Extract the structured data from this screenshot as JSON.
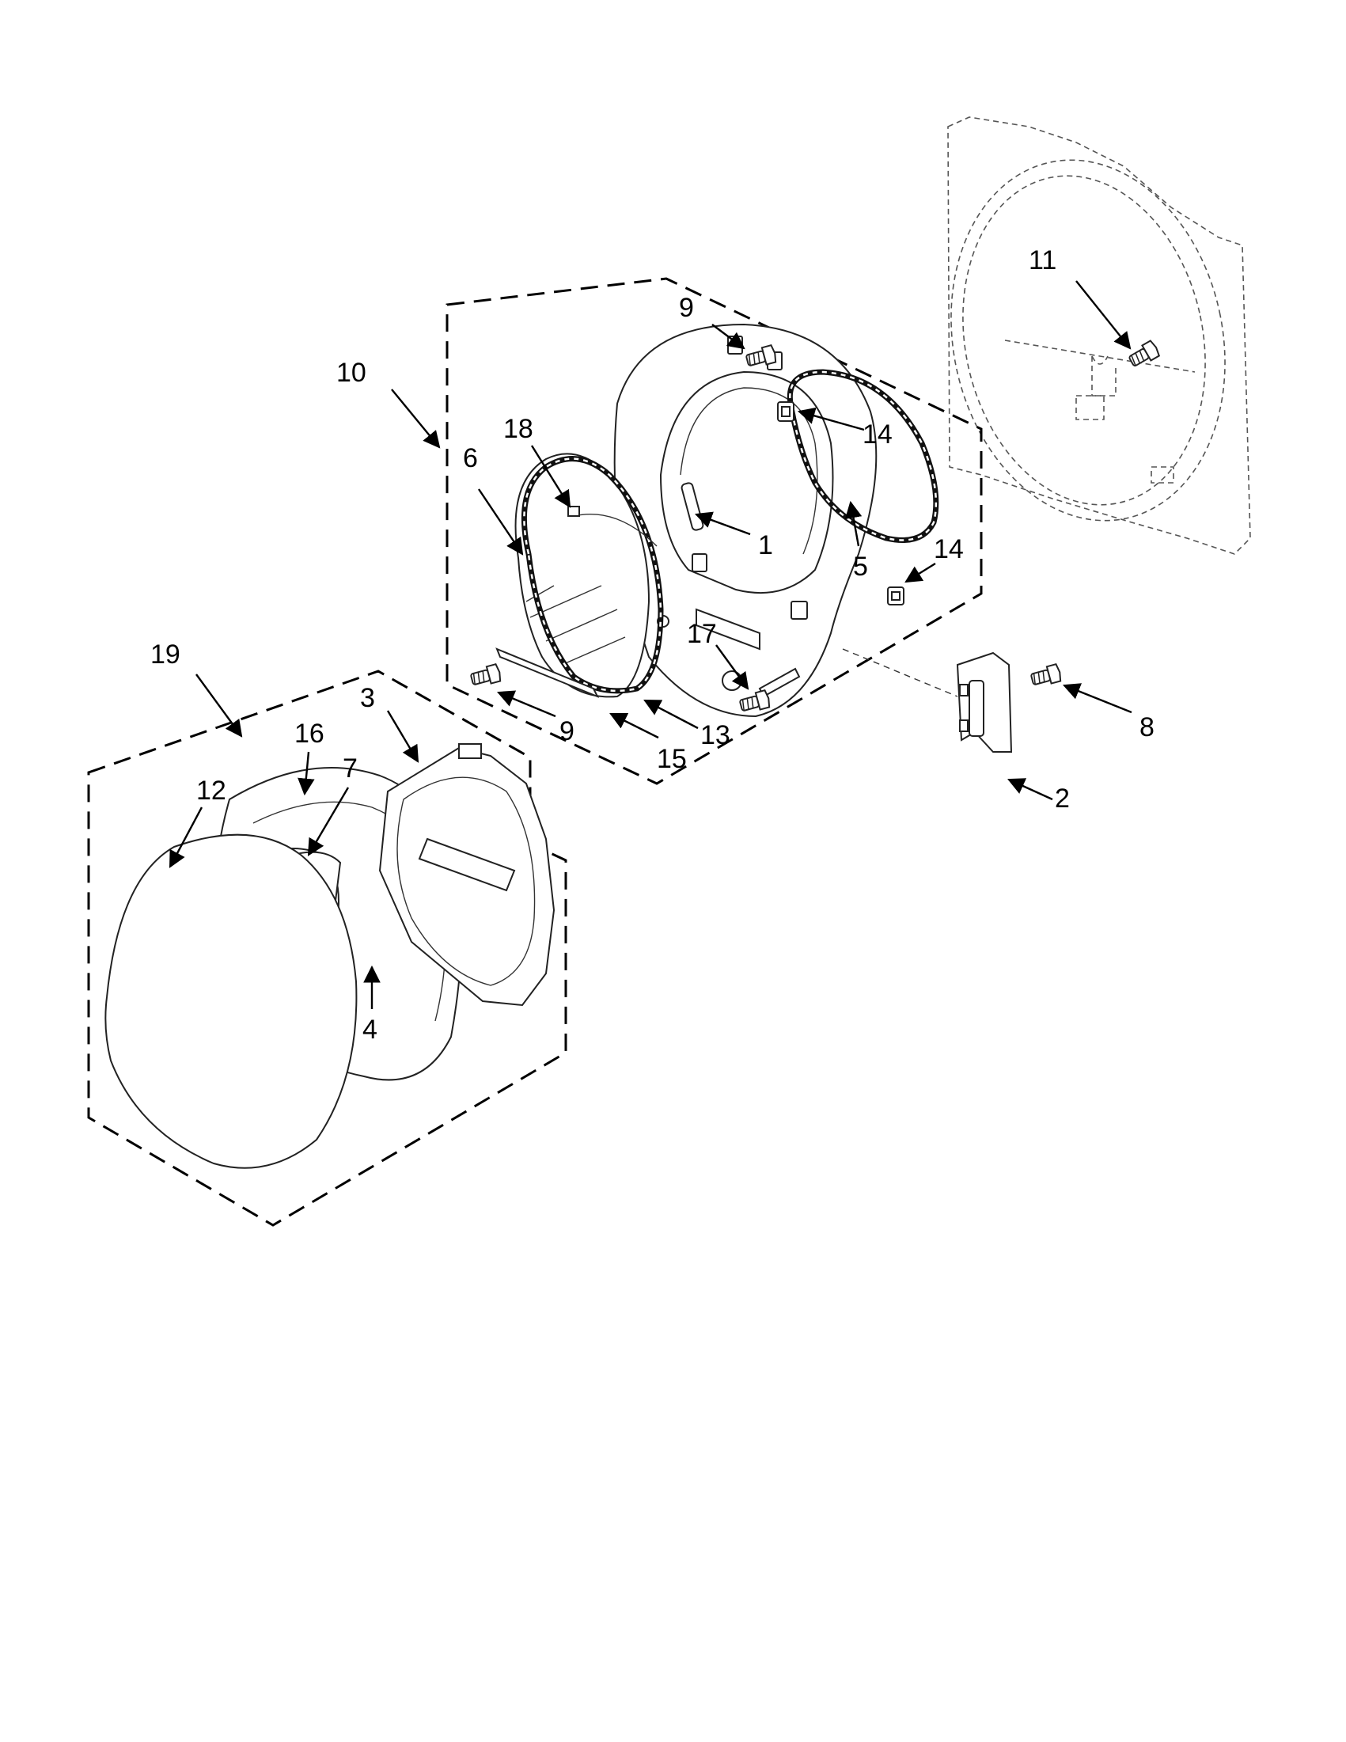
{
  "diagram": {
    "callouts": [
      "1",
      "2",
      "3",
      "4",
      "5",
      "6",
      "7",
      "8",
      "9",
      "9",
      "10",
      "11",
      "12",
      "13",
      "14",
      "14",
      "15",
      "16",
      "17",
      "18",
      "19"
    ],
    "parts": {
      "cabinet_front": "cabinet front panel (reference, dashed)",
      "inner_door": "inner door assembly",
      "outer_door": "outer door assembly",
      "hinge": "door hinge"
    }
  }
}
